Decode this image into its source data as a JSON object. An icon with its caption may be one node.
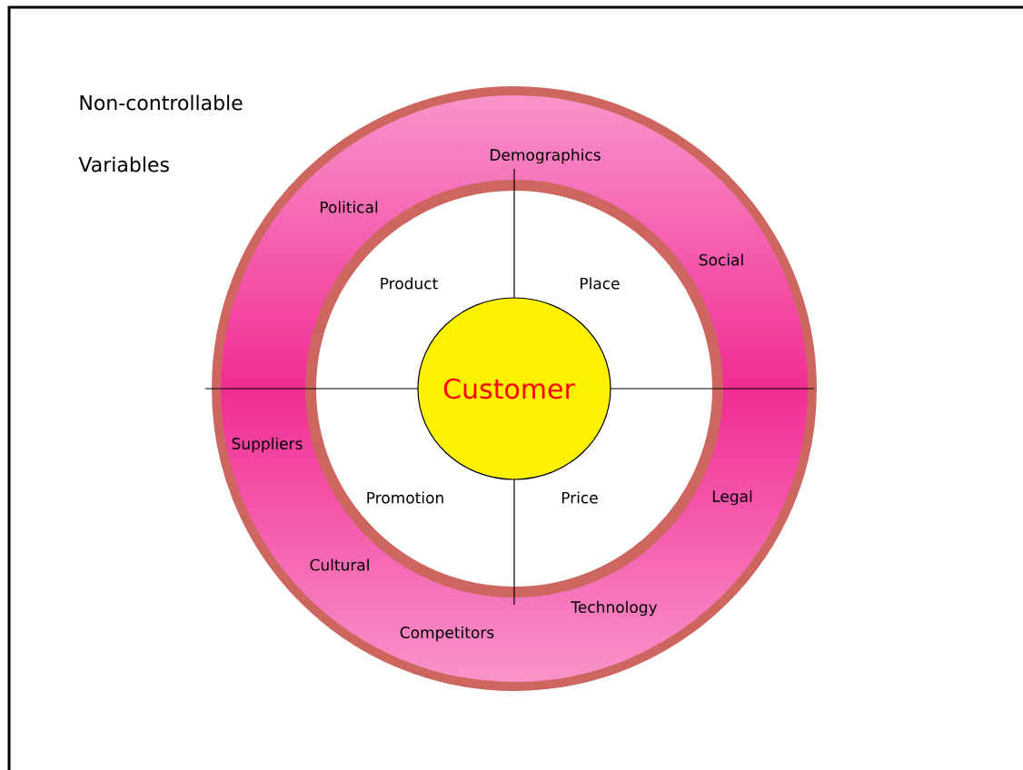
{
  "diagram": {
    "nodes": [
      {
        "text": [
          "Demographics",
          "Political",
          "Social",
          "Suppliers",
          "Legal",
          "Cultural",
          "Technology",
          "Competitors"
        ]
      },
      {
        "text": [
          "Product",
          "Place",
          "Promotion",
          "Price"
        ],
        "in": 0
      },
      {
        "text": [
          "Customer"
        ],
        "in": 1
      }
    ],
    "labels": [
      "Non-controllable Variables"
    ]
  }
}
